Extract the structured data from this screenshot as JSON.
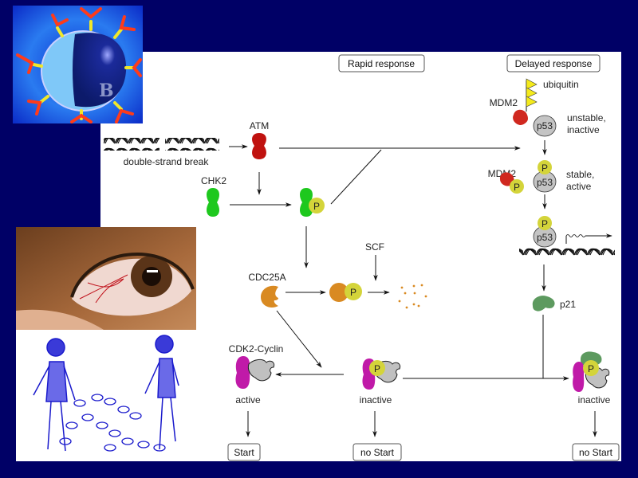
{
  "slide": {
    "background_color": "#000066",
    "panel_color": "#ffffff"
  },
  "images": {
    "b_cell": {
      "letter": "B",
      "description": "B-cell illustration with Y-shaped antibodies"
    },
    "eye": {
      "description": "bloodshot eye photograph"
    },
    "kids": {
      "description": "blue line drawing of two children following footprints"
    }
  },
  "diagram": {
    "headers": {
      "rapid": "Rapid response",
      "delayed": "Delayed response"
    },
    "labels": {
      "dsb": "double-strand break",
      "atm": "ATM",
      "chk2": "CHK2",
      "cdc25a": "CDC25A",
      "scf": "SCF",
      "cdk2_cyclin": "CDK2-Cyclin",
      "ubiquitin": "ubiquitin",
      "mdm2_top": "MDM2",
      "mdm2_mid": "MDM2",
      "unstable": "unstable,",
      "inactive_state": "inactive",
      "stable": "stable,",
      "active_state": "active",
      "p53": "p53",
      "p21": "p21",
      "phospho": "P",
      "active": "active",
      "inactive_mid": "inactive",
      "inactive_right": "inactive"
    },
    "outcomes": {
      "start": "Start",
      "no_start_mid": "no Start",
      "no_start_right": "no Start"
    },
    "colors": {
      "atm": "#c0120f",
      "chk2": "#1ec81e",
      "phospho": "#d4d43a",
      "cdc25a": "#d98a22",
      "p53": "#c4c4c4",
      "mdm2": "#d0281f",
      "p21": "#5d9a5f",
      "cdk2": "#c01aa8",
      "cyclin": "#c0c0c0",
      "ubiquitin": "#f4ea1c"
    }
  }
}
